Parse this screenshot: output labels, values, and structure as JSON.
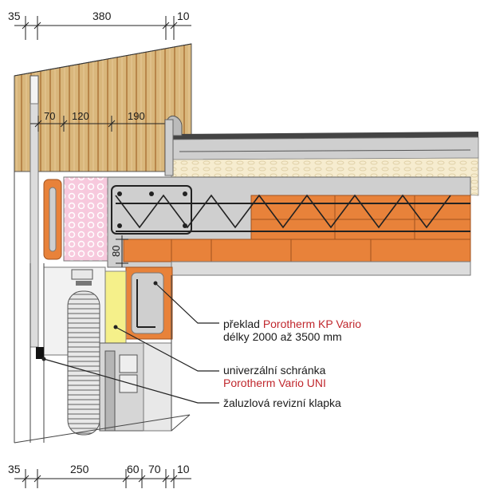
{
  "dimensions_top": [
    "35",
    "380",
    "10"
  ],
  "dimensions_wall": [
    "70",
    "120",
    "190"
  ],
  "dimension_height": "80",
  "dimensions_bottom": [
    "35",
    "250",
    "60",
    "70",
    "10"
  ],
  "callouts": {
    "lintel": {
      "line1_prefix": "překlad",
      "line1_product": "Porotherm KP Vario",
      "line2": "délky 2000 až 3500 mm"
    },
    "box": {
      "line1": "univerzální schránka",
      "line2_product": "Porotherm Vario UNI"
    },
    "flap": {
      "line1": "žaluzlová revizní klapka"
    }
  },
  "colors": {
    "wood": "#d9b77c",
    "brick": "#e8823a",
    "concrete": "#d3d3d3",
    "insulation_cream": "#f6eccf",
    "pink": "#f7c9dd",
    "yellow": "#f5f08a",
    "red_text": "#c0272d"
  }
}
